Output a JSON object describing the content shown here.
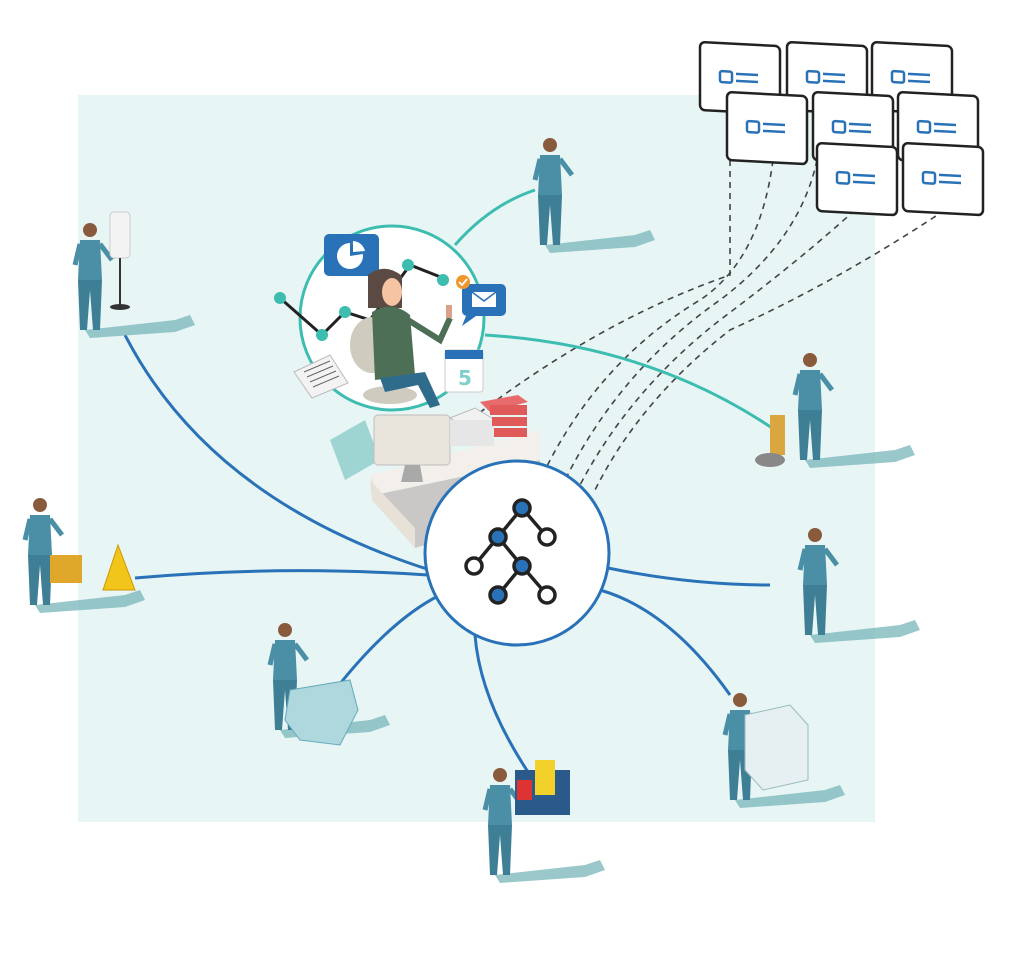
{
  "illustration": {
    "calendar_day": "5",
    "colors": {
      "background_panel": "#e7f5f5",
      "hub_line": "#2a72b8",
      "manager_line": "#3dbdb0",
      "worker_uniform": "#4a8fa6",
      "shadow": "#7fb9bd",
      "card_border": "#222222",
      "card_icon": "#2a72b8",
      "tree_node_fill": "#2a72b8"
    },
    "icons": [
      "pie-chart-icon",
      "mail-icon",
      "check-badge-icon",
      "calendar-icon",
      "document-icon",
      "tree-hierarchy-icon",
      "profile-card-icon"
    ],
    "workers": [
      {
        "task": "dusting-lamp"
      },
      {
        "task": "reading-tablet"
      },
      {
        "task": "floor-polisher"
      },
      {
        "task": "reading-tablet"
      },
      {
        "task": "washing-sink"
      },
      {
        "task": "mopping-with-cart"
      },
      {
        "task": "pushing-laundry-cart"
      },
      {
        "task": "mopping-with-wet-floor-sign"
      }
    ],
    "profile_cards_count": 8
  }
}
